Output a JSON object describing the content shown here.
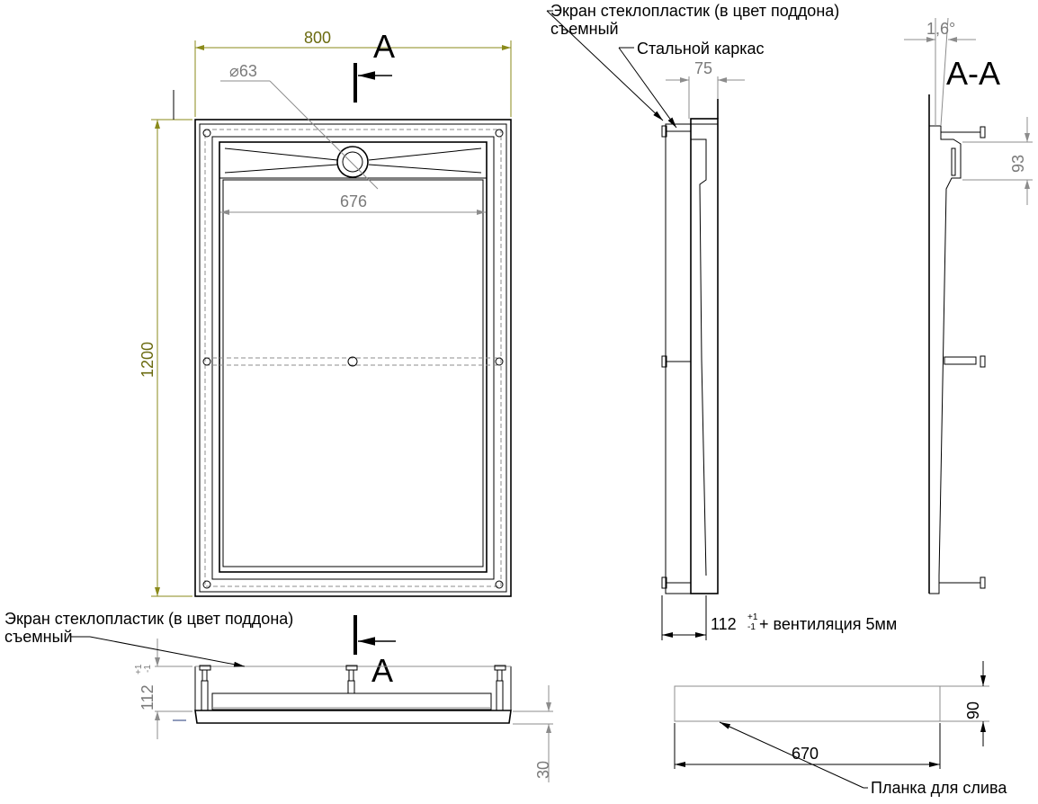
{
  "plan_view": {
    "width_dim": "800",
    "height_dim": "1200",
    "inner_width_dim": "676",
    "drain_dim": "⌀63"
  },
  "section_marks": {
    "top": "A",
    "bottom": "A"
  },
  "side_view": {
    "label_screen": "Экран стеклопластик (в цвет поддона)",
    "label_screen_2": "съемный",
    "label_frame": "Стальной каркас",
    "depth_dim": "75",
    "height_dim": "112",
    "tol_plus": "+1",
    "tol_minus": "-1",
    "ventilation": "+ вентиляция 5мм"
  },
  "section_view": {
    "title": "А-А",
    "angle_dim": "1,6°",
    "drain_height_dim": "93"
  },
  "front_view": {
    "label_screen": "Экран стеклопластик (в цвет поддона)",
    "label_screen_2": "съемный",
    "height_dim": "112",
    "tol_plus": "+1",
    "tol_minus": "-1",
    "base_dim": "30"
  },
  "drain_plate": {
    "length_dim": "670",
    "height_dim": "90",
    "label": "Планка для слива"
  }
}
